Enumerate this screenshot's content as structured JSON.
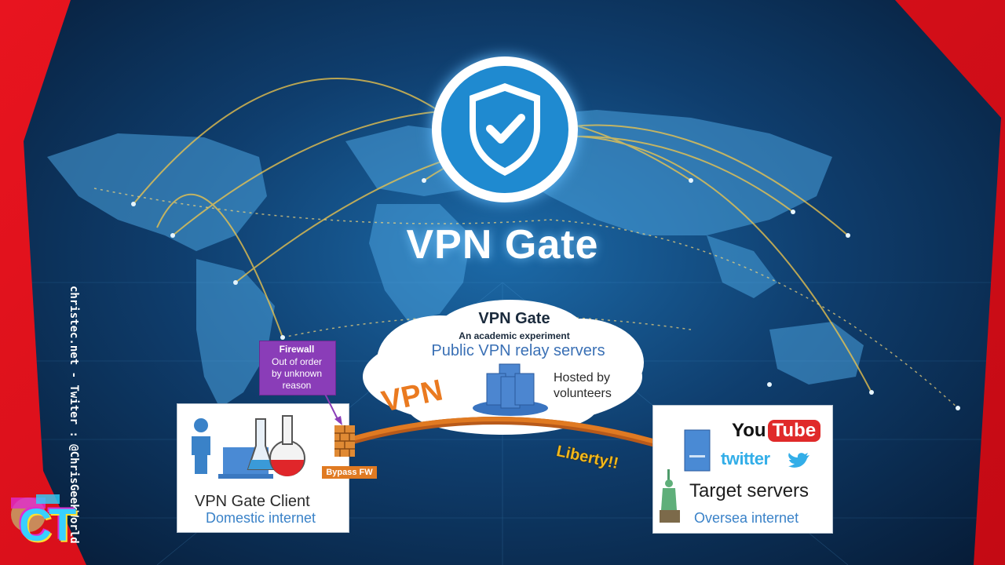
{
  "header": {
    "title": "VPN Gate"
  },
  "cloud": {
    "title": "VPN Gate",
    "subtitle": "An academic experiment",
    "relay_label": "Public VPN relay servers",
    "hosted_label_line1": "Hosted by",
    "hosted_label_line2": "volunteers"
  },
  "tunnel_label": "VPN",
  "client": {
    "title": "VPN Gate Client",
    "subtitle": "Domestic internet"
  },
  "firewall": {
    "title": "Firewall",
    "line1": "Out of order",
    "line2": "by unknown",
    "line3": "reason",
    "bypass_label": "Bypass FW"
  },
  "liberty_label": "Liberty!!",
  "target": {
    "title": "Target servers",
    "subtitle": "Oversea internet",
    "youtube_you": "You",
    "youtube_tube": "Tube",
    "twitter": "twitter"
  },
  "side_watermark": "christec.net - Twiter : @ChrisGeekWorld",
  "logo_mark": "CT",
  "colors": {
    "frame": "#d8101c",
    "accent_orange": "#ea7a20",
    "accent_blue": "#3a82c8",
    "firewall_purple": "#8a3db8",
    "liberty_yellow": "#f2b81a"
  },
  "icons": [
    "shield-check-icon",
    "user-icon",
    "laptop-icon",
    "flask-icon",
    "firewall-brick-icon",
    "server-stack-icon",
    "server-icon",
    "statue-of-liberty-icon",
    "twitter-bird-icon"
  ]
}
